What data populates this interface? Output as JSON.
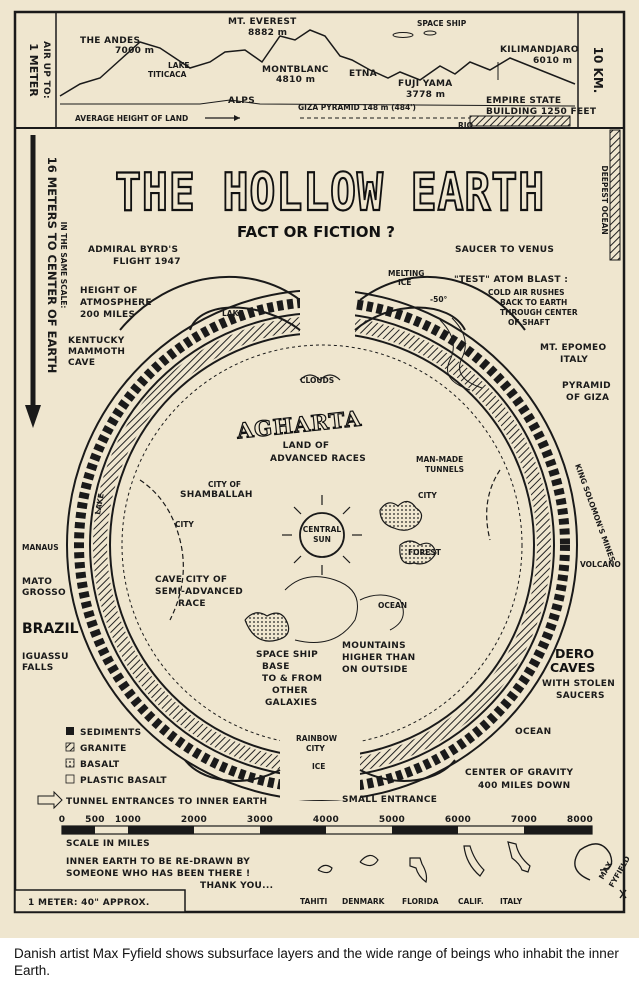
{
  "poster": {
    "title": "THE HOLLOW EARTH",
    "subtitle": "FACT OR FICTION ?",
    "strip": {
      "left_side": [
        "AIR UP TO:",
        "1 METER"
      ],
      "right_side": "10 KM.",
      "labels": {
        "andes": [
          "THE ANDES",
          "7000 m"
        ],
        "everest": [
          "MT. EVEREST",
          "8882 m"
        ],
        "space_ship": "SPACE SHIP",
        "kilimanjaro": [
          "KILIMANDJARO",
          "6010 m"
        ],
        "titicaca": [
          "LAKE",
          "TITICACA"
        ],
        "montblanc": [
          "MONTBLANC",
          "4810 m"
        ],
        "etna": "ETNA",
        "fujiyama": [
          "FUJI YAMA",
          "3778 m"
        ],
        "alps": "ALPS",
        "giza": "GIZA PYRAMID 148 m (484')",
        "empire": [
          "EMPIRE STATE",
          "BUILDING 1250 FEET"
        ],
        "average": "AVERAGE HEIGHT OF LAND",
        "rio": "RIO"
      }
    },
    "left_vertical": [
      "IN THE SAME SCALE:",
      "16 METERS TO CENTER OF EARTH"
    ],
    "right_vertical": "DEEPEST OCEAN",
    "labels": {
      "byrd": [
        "ADMIRAL BYRD'S",
        "FLIGHT 1947"
      ],
      "saucer": "SAUCER TO VENUS",
      "melting_ice": [
        "MELTING",
        "ICE"
      ],
      "test_blast": "\"TEST\" ATOM BLAST :",
      "minus50": "-50°",
      "cold_air": [
        "COLD AIR RUSHES",
        "BACK TO EARTH",
        "THROUGH CENTER",
        "OF SHAFT"
      ],
      "atmosphere": [
        "HEIGHT OF",
        "ATMOSPHERE",
        "200 MILES"
      ],
      "lake_top": "LAKE",
      "kentucky": [
        "KENTUCKY",
        "MAMMOTH",
        "CAVE"
      ],
      "epomeo": [
        "MT. EPOMEO",
        "ITALY"
      ],
      "pyramid": [
        "PYRAMID",
        "OF GIZA"
      ],
      "clouds": "CLOUDS",
      "agharta": "AGHARTA",
      "land_of": [
        "LAND OF",
        "ADVANCED RACES"
      ],
      "man_made": [
        "MAN-MADE",
        "TUNNELS"
      ],
      "king_solomon": "KING SOLOMON'S MINES",
      "shamballah": [
        "CITY OF",
        "SHAMBALLAH"
      ],
      "city_left": "CITY",
      "city_right": "CITY",
      "lake_left": "LAKE",
      "central_sun": [
        "CENTRAL",
        "SUN"
      ],
      "forest": "FOREST",
      "volcano": "VOLCANO",
      "manaus": "MANAUS",
      "mato_grosso": [
        "MATO",
        "GROSSO"
      ],
      "cave_city": [
        "CAVE CITY OF",
        "SEMI-ADVANCED",
        "RACE"
      ],
      "ocean_inner": "OCEAN",
      "brazil": "BRAZIL",
      "iguassu": [
        "IGUASSU",
        "FALLS"
      ],
      "spaceship_base": [
        "SPACE SHIP",
        "BASE",
        "TO & FROM",
        "OTHER",
        "GALAXIES"
      ],
      "mountains": [
        "MOUNTAINS",
        "HIGHER THAN",
        "ON OUTSIDE"
      ],
      "dero": [
        "DERO",
        "CAVES",
        "WITH STOLEN",
        "SAUCERS"
      ],
      "rainbow": [
        "RAINBOW",
        "CITY"
      ],
      "ice": "ICE",
      "ocean_outer": "OCEAN",
      "gravity": [
        "CENTER OF GRAVITY",
        "400 MILES DOWN"
      ],
      "small_entrance": "SMALL ENTRANCE"
    },
    "legend": [
      "SEDIMENTS",
      "GRANITE",
      "BASALT",
      "PLASTIC BASALT"
    ],
    "tunnel_entrances": "TUNNEL ENTRANCES TO INNER EARTH",
    "scale": {
      "ticks": [
        "0",
        "500",
        "1000",
        "2000",
        "3000",
        "4000",
        "5000",
        "6000",
        "7000",
        "8000"
      ],
      "label": "SCALE IN MILES"
    },
    "note": [
      "INNER EARTH TO BE RE-DRAWN BY",
      "SOMEONE WHO HAS BEEN THERE !",
      "THANK YOU..."
    ],
    "meter_box": "1 METER: 40\" APPROX.",
    "places": [
      "TAHITI",
      "DENMARK",
      "FLORIDA",
      "CALIF.",
      "ITALY"
    ],
    "signature": [
      "MAX",
      "FYFIELD"
    ]
  },
  "caption": "Danish artist Max Fyfield shows subsurface layers and the wide range of beings who inhabit the inner Earth."
}
